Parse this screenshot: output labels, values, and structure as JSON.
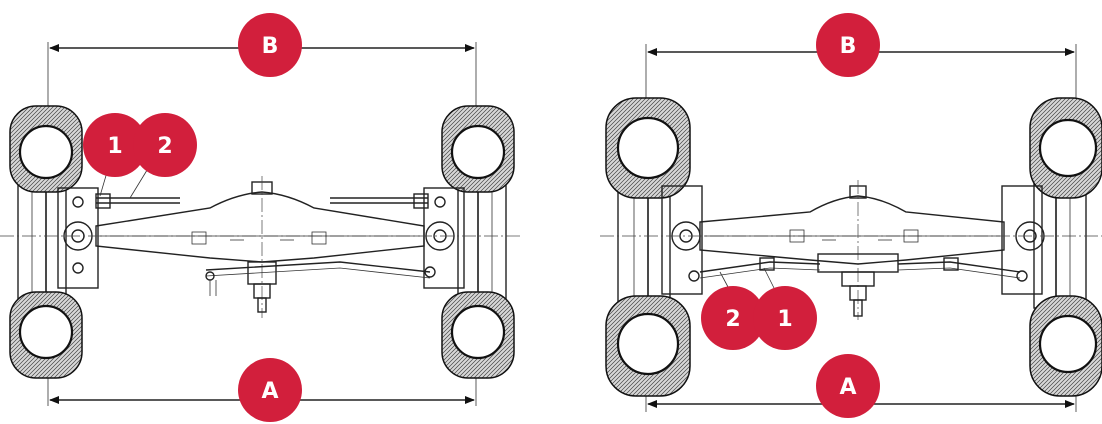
{
  "badges": {
    "left_width_top": "B",
    "left_width_bottom": "A",
    "left_callout_1": "1",
    "left_callout_2": "2",
    "right_width_top": "B",
    "right_width_bottom": "A",
    "right_callout_2": "2",
    "right_callout_1": "1"
  },
  "colors": {
    "badge": "#d21f3c",
    "line": "#222222",
    "background": "#ffffff"
  },
  "icons": {
    "dimension_arrow": "double-headed-arrow",
    "tire": "tire-cross-section"
  }
}
